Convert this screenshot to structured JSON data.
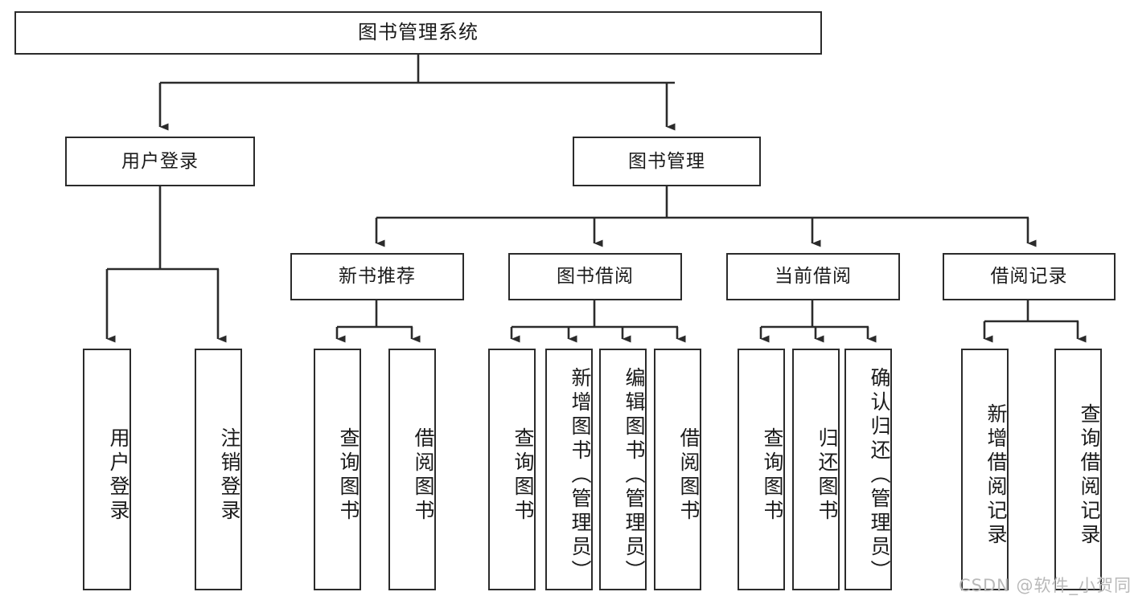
{
  "diagram": {
    "title": "图书管理系统",
    "type": "functional-structure-tree",
    "orientation": "top-down",
    "style": {
      "box_border_color": "#2b2b2b",
      "box_fill_color": "#ffffff",
      "line_color": "#2b2b2b",
      "text_color": "#1b1b1b",
      "background": "#ffffff"
    }
  },
  "root": {
    "label": "图书管理系统"
  },
  "level2": [
    {
      "label": "用户登录"
    },
    {
      "label": "图书管理"
    }
  ],
  "level3": [
    {
      "label": "新书推荐"
    },
    {
      "label": "图书借阅"
    },
    {
      "label": "当前借阅"
    },
    {
      "label": "借阅记录"
    }
  ],
  "leaves": {
    "user_login": [
      {
        "label": "用户登录"
      },
      {
        "label": "注销登录"
      }
    ],
    "new_book_recommend": [
      {
        "label": "查询图书"
      },
      {
        "label": "借阅图书"
      }
    ],
    "book_borrow": [
      {
        "label": "查询图书"
      },
      {
        "label": "新增图书（管理员）"
      },
      {
        "label": "编辑图书（管理员）"
      },
      {
        "label": "借阅图书"
      }
    ],
    "current_borrow": [
      {
        "label": "查询图书"
      },
      {
        "label": "归还图书"
      },
      {
        "label": "确认归还（管理员）"
      }
    ],
    "borrow_record": [
      {
        "label": "新增借阅记录"
      },
      {
        "label": "查询借阅记录"
      }
    ]
  },
  "watermark": {
    "text": "CSDN @软件_小贺同学"
  }
}
